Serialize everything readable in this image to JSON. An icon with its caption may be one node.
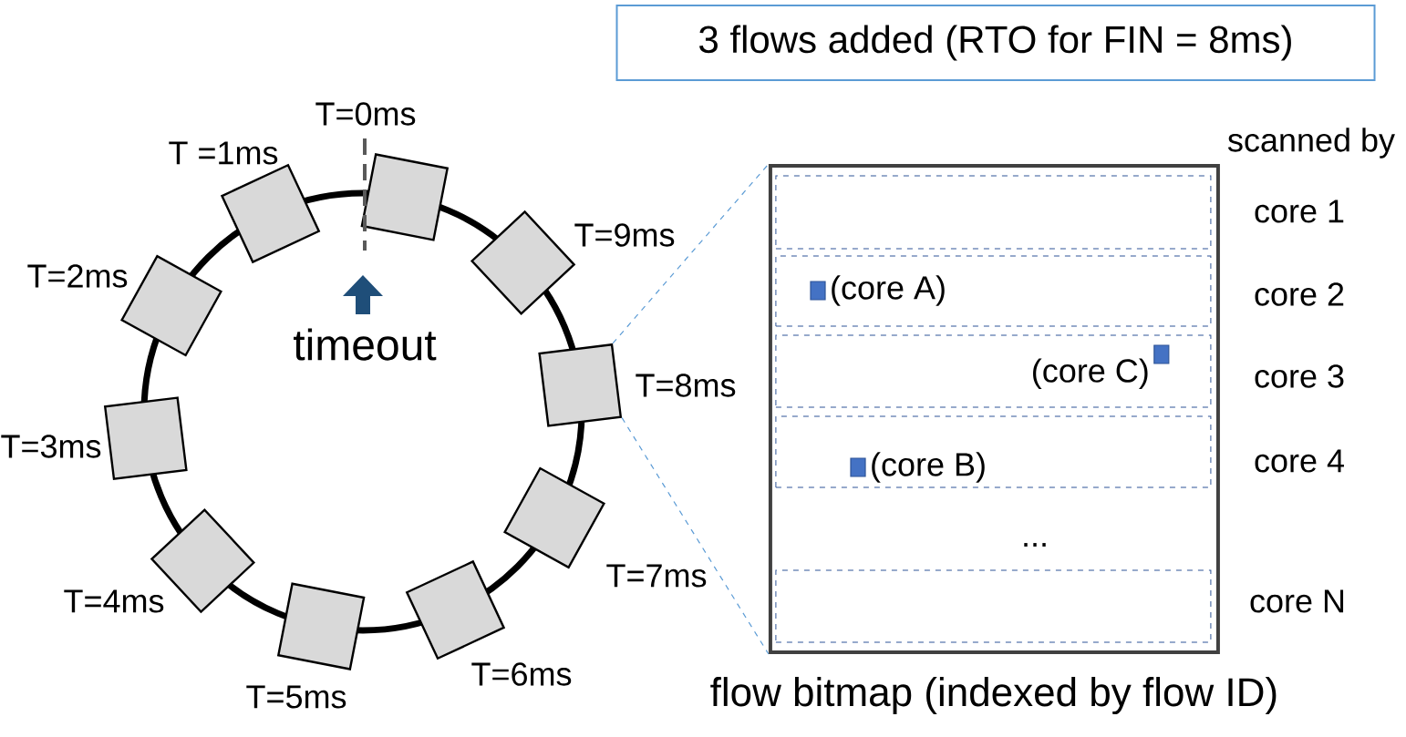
{
  "diagram": {
    "nodes": [
      {
        "text": [
          "3 flows added (RTO for FIN = 8ms)"
        ]
      },
      {
        "text": [],
        "shape": "box",
        "beside": [
          "T=0ms"
        ]
      },
      {
        "text": [],
        "shape": "box",
        "beside": [
          "T =1ms"
        ]
      },
      {
        "text": [],
        "shape": "box",
        "beside": [
          "T=2ms"
        ]
      },
      {
        "text": [],
        "shape": "box",
        "beside": [
          "T=3ms"
        ]
      },
      {
        "text": [],
        "shape": "diamond",
        "beside": [
          "T=4ms"
        ]
      },
      {
        "text": [],
        "shape": "box",
        "beside": [
          "T=5ms"
        ]
      },
      {
        "text": [],
        "shape": "box",
        "beside": [
          "T=6ms"
        ]
      },
      {
        "text": [],
        "shape": "box",
        "beside": [
          "T=7ms"
        ]
      },
      {
        "text": [],
        "shape": "box",
        "beside": [
          "T=8ms"
        ]
      },
      {
        "text": [],
        "shape": "diamond",
        "beside": [
          "T=9ms"
        ]
      },
      {
        "text": [
          "flow bitmap (indexed by flow ID)"
        ]
      },
      {
        "text": [],
        "shape": "box",
        "in": 11,
        "beside": [
          "core 1"
        ]
      },
      {
        "text": [],
        "shape": "box",
        "in": 11,
        "beside": [
          "core 2"
        ]
      },
      {
        "text": [],
        "shape": "box",
        "in": 11,
        "beside": [
          "core 3"
        ]
      },
      {
        "text": [],
        "shape": "box",
        "in": 11,
        "beside": [
          "core 4"
        ]
      },
      {
        "text": [],
        "shape": "box",
        "in": 11,
        "beside": [
          "core N"
        ]
      },
      {
        "text": [],
        "shape": "box",
        "in": 13,
        "beside": [
          "(core A)"
        ]
      },
      {
        "text": [],
        "shape": "box",
        "in": 14,
        "beside": [
          "(core C)"
        ]
      },
      {
        "text": [],
        "shape": "box",
        "in": 15,
        "beside": [
          "(core B)"
        ]
      }
    ],
    "edges": [
      {
        "from": 9,
        "to": 11,
        "arrow": "none",
        "style": "dashed",
        "color": "#5b9bd5"
      },
      {
        "from": 9,
        "to": 11,
        "arrow": "none",
        "style": "dashed",
        "color": "#5b9bd5"
      }
    ],
    "labels": [
      "timeout",
      "scanned by",
      "..."
    ]
  }
}
